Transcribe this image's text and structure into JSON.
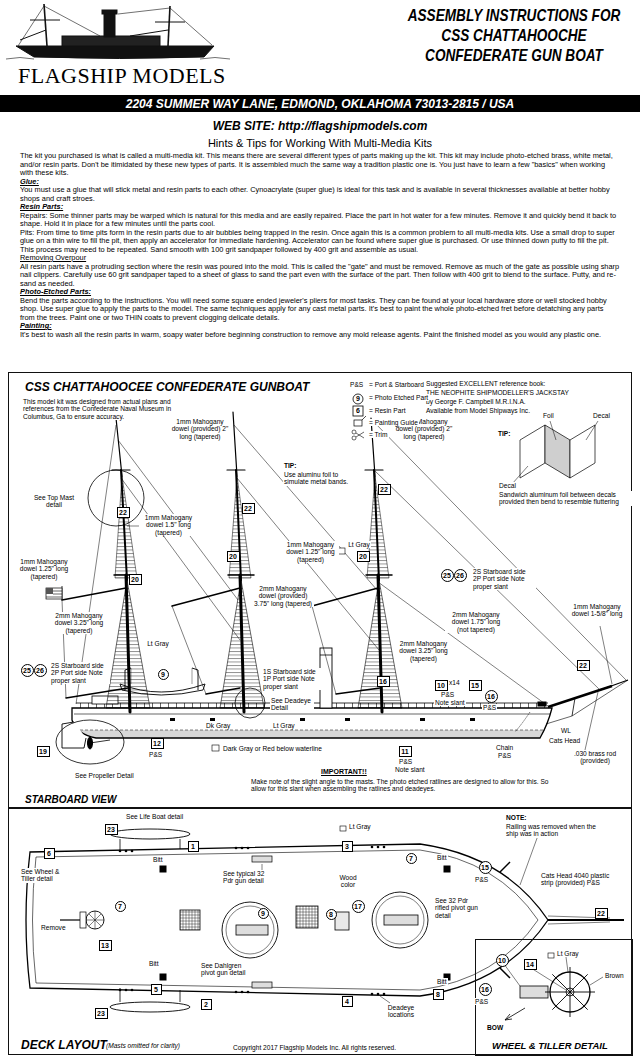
{
  "diagram": {
    "title": "ASSEMBLY INSTRUCTIONS FOR CSS CHATTAHOOCHE CONFEDERATE GUN BOAT",
    "nodes": [
      {
        "text": [
          "2204 SUMMER WAY LANE, EDMOND, OKLAHOMA 73013-2815 / USA"
        ]
      },
      {
        "text": [
          "CSS CHATTAHOOCEE CONFEDERATE GUNBOAT",
          "STARBOARD VIEW"
        ]
      },
      {
        "text": [
          "22"
        ],
        "in": 1
      },
      {
        "text": [
          "20"
        ],
        "in": 1
      },
      {
        "text": [
          "22"
        ],
        "in": 1
      },
      {
        "text": [
          "20"
        ],
        "in": 1
      },
      {
        "text": [
          "22"
        ],
        "in": 1
      },
      {
        "text": [
          "20"
        ],
        "in": 1
      },
      {
        "text": [
          "25"
        ],
        "in": 1
      },
      {
        "text": [
          "26"
        ],
        "in": 1
      },
      {
        "text": [
          "25"
        ],
        "in": 1
      },
      {
        "text": [
          "26"
        ],
        "in": 1
      },
      {
        "text": [
          "9"
        ],
        "in": 1
      },
      {
        "text": [
          "19"
        ],
        "in": 1
      },
      {
        "text": [
          "12"
        ],
        "in": 1
      },
      {
        "text": [
          "16"
        ],
        "in": 1
      },
      {
        "text": [
          "10"
        ],
        "in": 1
      },
      {
        "text": [
          "15"
        ],
        "in": 1
      },
      {
        "text": [
          "16"
        ],
        "in": 1
      },
      {
        "text": [
          "22"
        ],
        "in": 1
      },
      {
        "text": [
          "11"
        ],
        "in": 1
      },
      {
        "text": [
          "DECK LAYOUT"
        ]
      },
      {
        "text": [
          "6"
        ],
        "in": 21
      },
      {
        "text": [
          "23"
        ],
        "in": 21
      },
      {
        "text": [
          "1"
        ],
        "in": 21
      },
      {
        "text": [
          "3"
        ],
        "in": 21
      },
      {
        "text": [
          "7"
        ],
        "in": 21
      },
      {
        "text": [
          "15"
        ],
        "in": 21
      },
      {
        "text": [
          "22"
        ],
        "in": 21
      },
      {
        "text": [
          "13"
        ],
        "in": 21
      },
      {
        "text": [
          "7"
        ],
        "in": 21
      },
      {
        "text": [
          "9"
        ],
        "in": 21
      },
      {
        "text": [
          "8"
        ],
        "in": 21
      },
      {
        "text": [
          "17"
        ],
        "in": 21
      },
      {
        "text": [
          "5"
        ],
        "in": 21
      },
      {
        "text": [
          "23"
        ],
        "in": 21
      },
      {
        "text": [
          "2"
        ],
        "in": 21
      },
      {
        "text": [
          "4"
        ],
        "in": 21
      },
      {
        "text": [
          "8"
        ],
        "in": 21
      },
      {
        "text": [
          "16"
        ],
        "in": 21
      },
      {
        "text": [
          "WHEEL & TILLER DETAIL"
        ],
        "in": 21
      },
      {
        "text": [
          "10"
        ],
        "in": 40
      },
      {
        "text": [
          "14"
        ],
        "in": 40
      }
    ],
    "labels": [
      "FLAGSHIP MODELS",
      "WEB SITE: http://flagshipmodels.com",
      "Hints & Tips for Working With Multi-Media Kits",
      "The kit you purchased is what is called a multi-media kit. This means there are several different types of parts making up the kit. This kit may include photo-etched brass, white metal, and/or resin parts. Don't be itimidated by these new types of parts. It is assembled much the same way a tradition plastic one is. You just have to learn a few \"basics\" when working with these kits.",
      "Glue:",
      "You must use a glue that will stick metal and resin parts to each other. Cynoacrylate (super glue) is ideal for this task and is available in several thicknesses available at better hobby shops and craft stroes.",
      "Resin Parts:",
      "Repairs: Some thinner parts may be warped which is natural for this media and are easily repaired. Place the part in hot water for a few minutes. Remove it and quickly bend it back to shape. Hold it in place for a few minutes until the parts cool.",
      "Pits: From time to time pits form in the resin parts due to air bubbles being trapped in the resin. Once again this is a common problem to all multi-media kits. Use a small drop to super glue on a thin wire to fill the pit, then apply an accelerator for immediate hardening. Accelerator can be found where super glue is purchased. Or use thinned down putty to fill the pit. This process may need to be repeated. Sand smooth with 100 grit sandpaper followed by 400 grit and assemble as usual.",
      "Removing Overpour",
      "All resin parts have a protruding section where the resin was poured into the mold. This is called the \"gate\" and must be removed. Remove as much of the gate as possible using sharp nail clippers. Carefully use 60 grit sandpaper taped to a sheet of glass to sand the part even with the surface of the part. Then follow with 400 grit to blend to the surface. Putty, and re-sand as needed.",
      "Photo-Etched Parts:",
      "Bend the parts according to the instructions. You will need some square ended jeweler's pliers for most tasks. They can be found at your local hardware store or well stocked hobby shop. Use super glue to apply the parts to the model. The same techniques apply for any cast metal parts. It's best to paint the whole photo-etched fret before detatching any parts from the trees. Paint one or two THIN coats to prevent clogging delicate details.",
      "Painting:",
      "It's best to wash all the resin parts in warm, soapy water before beginning construction to remove any mold release agents. Paint the finished model as you would any plastic one.",
      "P&S",
      "9",
      "6",
      "Suggested EXCELLENT reference book:",
      "THE NEOPHITE SHIPMODELLER'S JACKSTAY",
      "by George F. Campbell M.R.I.N.A.",
      "Available from Model Shipways Inc.",
      "This model kit was designed from actual plans and references from the Confederate Naval Museum in Columbus, Ga to ensure accuracy.",
      "1mm Mahogany dowel (provided) 2\" long (tapered)",
      "1mm Mahogany dowel (provided) 2\" long (tapered)",
      "Foil",
      "Decal",
      "TIP:",
      "Decal",
      "Sandwich aluminum foil between decals provided then bend to resemble fluttering",
      "TIP:",
      "Use aluminu foil to simulate metal bands.",
      "See Top Mast detail",
      "1mm Mahogany dowel 1.5\" long (tapered)",
      "1mm Mahogany dowel 1.25\" long (tapered)",
      "Lt Gray",
      "1mm Mahogany dowel 1.25\" long (tapered)",
      "2mm Mahogany dowel (provided) 3.75\" long (tapered)",
      "2S Starboard side 2P Port side Note proper slant",
      "1mm Mahogany dowel 1-5/8\" long",
      "2mm Mahogany dowel 3.25\" long (tapered)",
      "2mm Mahogany dowel 1.75\" long (not tapered)",
      "2mm Mahogany dowel 3.25\" long (tapered)",
      "2S Starboard side 2P Port side Note proper slant",
      "Lt Gray",
      "1S Starboard side 1P Port side Note proper slant",
      "x14",
      "P&S",
      "Note slant",
      "P&S",
      "Dk Gray",
      "See Deadeye Detail",
      "Lt Gray",
      "P&S",
      "Dark Gray or Red below waterline",
      "WL",
      "Cats Head",
      "Chain",
      "P&S",
      ".030 brass rod (provided)",
      "P&S",
      "Note slant",
      "See Propeller Detail",
      "IMPORTANT!!",
      "Make note of the slight angle to the masts. The photo etched ratlines are designed to allow for this. So allow for this slant when assembling the ratlines and deadeyes.",
      "See Life Boat detail",
      "Lt Gray",
      "NOTE:",
      "Railing was removed when the ship was in action",
      "Bitt",
      "Bitt",
      "See Wheel & Tiller detail",
      "See typical 32 Pdr gun detail",
      "Wood color",
      "P&S",
      "Cats Head 4040 plastic strip (provided) P&S",
      "Remove",
      "See Dahlgren pivot gun detail",
      "See 32 Pdr rifled pivot gun detail",
      "Bitt",
      "Bitt",
      "P&S",
      "Deadeye locations",
      "(Masts omitted for clarity)",
      "Copyright 2017 Flagship Models Inc. All rights reserved.",
      "Lt Gray",
      "Brown",
      "BOW"
    ],
    "legend": [
      {
        "text": "= Port & Starboard"
      },
      {
        "text": "= Photo Etched Part"
      },
      {
        "text": "= Resin Part"
      },
      {
        "text": "= Painting Guide"
      },
      {
        "text": "= Trim"
      }
    ]
  }
}
